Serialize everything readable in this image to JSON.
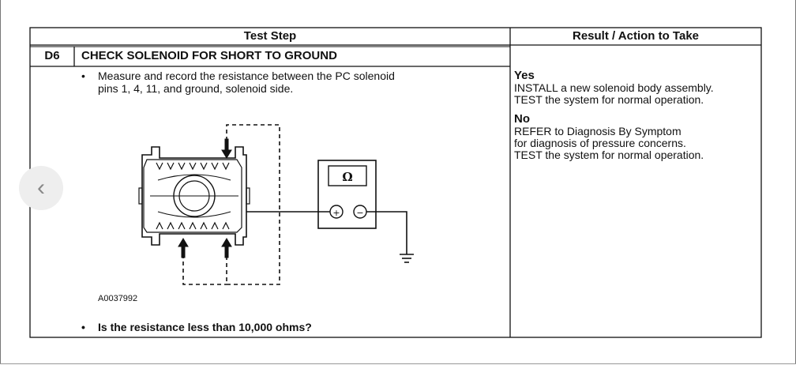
{
  "table": {
    "header_left": "Test Step",
    "header_right": "Result / Action to Take",
    "step_id": "D6",
    "step_title": "CHECK SOLENOID FOR SHORT TO GROUND",
    "instruction_bullet": "•",
    "instruction_line1": "Measure and record the resistance between the PC solenoid",
    "instruction_line2": "pins 1, 4, 11, and ground, solenoid side.",
    "figure_id": "A0037992",
    "question_bullet": "•",
    "question": "Is the resistance less than 10,000 ohms?"
  },
  "figure": {
    "meter_symbol": "Ω",
    "plus_symbol": "+",
    "minus_symbol": "−"
  },
  "result": {
    "yes_head": "Yes",
    "yes_line1": "INSTALL a new solenoid body assembly.",
    "yes_line2": "TEST the system for normal operation.",
    "no_head": "No",
    "no_line1": "REFER to Diagnosis By Symptom",
    "no_line2": "for diagnosis of pressure concerns.",
    "no_line3": "TEST the system for normal operation."
  },
  "nav": {
    "prev_glyph": "‹"
  }
}
